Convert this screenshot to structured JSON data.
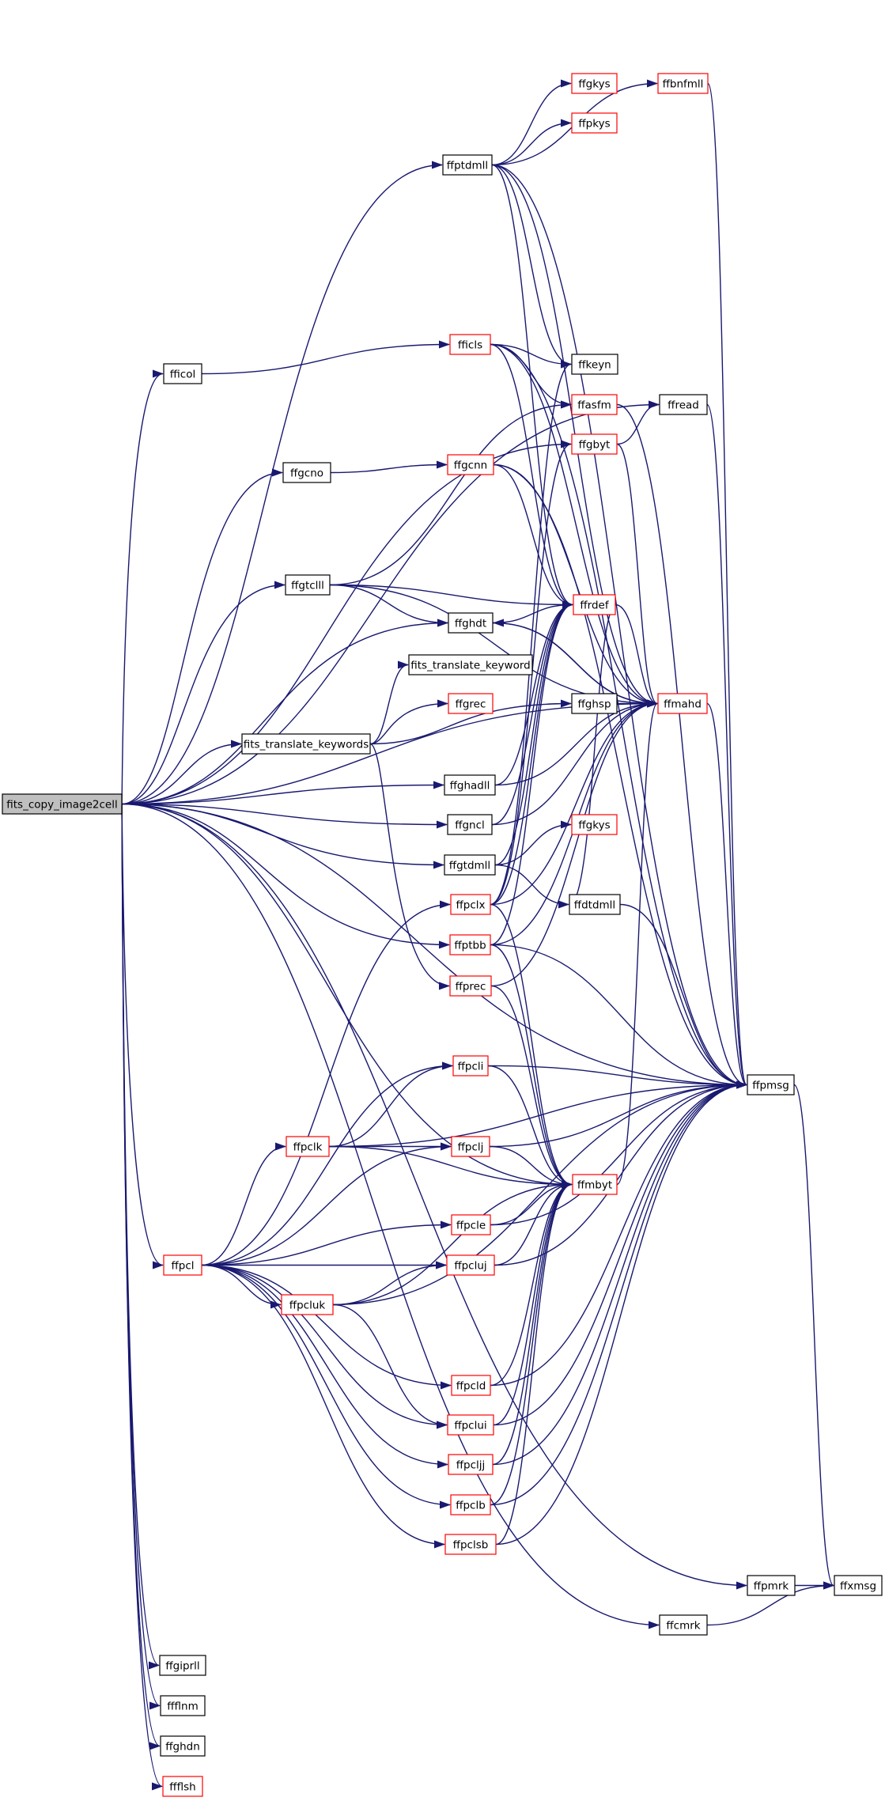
{
  "colors": {
    "edge": "#191970",
    "node_border_black": "#000000",
    "node_border_red": "#ff0000",
    "root_fill": "#bfbfbf",
    "node_fill": "#ffffff",
    "background": "#ffffff"
  },
  "diagram": {
    "type": "call-graph",
    "root": "fits_copy_image2cell",
    "nodes": [
      {
        "id": "fits_copy_image2cell",
        "label": "fits_copy_image2cell",
        "border": "black",
        "root": true
      },
      {
        "id": "ffptdmll",
        "label": "ffptdmll",
        "border": "black"
      },
      {
        "id": "ffgkys_top",
        "label": "ffgkys",
        "border": "red"
      },
      {
        "id": "ffbnfmll",
        "label": "ffbnfmll",
        "border": "red"
      },
      {
        "id": "ffpkys",
        "label": "ffpkys",
        "border": "red"
      },
      {
        "id": "fficol",
        "label": "fficol",
        "border": "black"
      },
      {
        "id": "fficls",
        "label": "fficls",
        "border": "red"
      },
      {
        "id": "ffkeyn",
        "label": "ffkeyn",
        "border": "black"
      },
      {
        "id": "ffasfm",
        "label": "ffasfm",
        "border": "red"
      },
      {
        "id": "ffread",
        "label": "ffread",
        "border": "black"
      },
      {
        "id": "ffgbyt",
        "label": "ffgbyt",
        "border": "red"
      },
      {
        "id": "ffgcno",
        "label": "ffgcno",
        "border": "black"
      },
      {
        "id": "ffgcnn",
        "label": "ffgcnn",
        "border": "red"
      },
      {
        "id": "ffgtclll",
        "label": "ffgtclll",
        "border": "black"
      },
      {
        "id": "ffrdef",
        "label": "ffrdef",
        "border": "red"
      },
      {
        "id": "ffghdt",
        "label": "ffghdt",
        "border": "black"
      },
      {
        "id": "fits_translate_keyword",
        "label": "fits_translate_keyword",
        "border": "black"
      },
      {
        "id": "ffgrec",
        "label": "ffgrec",
        "border": "red"
      },
      {
        "id": "ffghsp",
        "label": "ffghsp",
        "border": "black"
      },
      {
        "id": "ffmahd",
        "label": "ffmahd",
        "border": "red"
      },
      {
        "id": "fits_translate_keywords",
        "label": "fits_translate_keywords",
        "border": "black"
      },
      {
        "id": "ffghadll",
        "label": "ffghadll",
        "border": "black"
      },
      {
        "id": "ffgncl",
        "label": "ffgncl",
        "border": "black"
      },
      {
        "id": "ffgkys_mid",
        "label": "ffgkys",
        "border": "red"
      },
      {
        "id": "ffgtdmll",
        "label": "ffgtdmll",
        "border": "black"
      },
      {
        "id": "ffpclx",
        "label": "ffpclx",
        "border": "red"
      },
      {
        "id": "ffdtdmll",
        "label": "ffdtdmll",
        "border": "black"
      },
      {
        "id": "ffptbb",
        "label": "ffptbb",
        "border": "red"
      },
      {
        "id": "ffprec",
        "label": "ffprec",
        "border": "red"
      },
      {
        "id": "ffpcli",
        "label": "ffpcli",
        "border": "red"
      },
      {
        "id": "ffpmsg",
        "label": "ffpmsg",
        "border": "black"
      },
      {
        "id": "ffpclk",
        "label": "ffpclk",
        "border": "red"
      },
      {
        "id": "ffpclj",
        "label": "ffpclj",
        "border": "red"
      },
      {
        "id": "ffmbyt",
        "label": "ffmbyt",
        "border": "red"
      },
      {
        "id": "ffpcle",
        "label": "ffpcle",
        "border": "red"
      },
      {
        "id": "ffpcl",
        "label": "ffpcl",
        "border": "red"
      },
      {
        "id": "ffpcluj",
        "label": "ffpcluj",
        "border": "red"
      },
      {
        "id": "ffpcluk",
        "label": "ffpcluk",
        "border": "red"
      },
      {
        "id": "ffpcld",
        "label": "ffpcld",
        "border": "red"
      },
      {
        "id": "ffpclui",
        "label": "ffpclui",
        "border": "red"
      },
      {
        "id": "ffpcljj",
        "label": "ffpcljj",
        "border": "red"
      },
      {
        "id": "ffpclb",
        "label": "ffpclb",
        "border": "red"
      },
      {
        "id": "ffpclsb",
        "label": "ffpclsb",
        "border": "red"
      },
      {
        "id": "ffpmrk",
        "label": "ffpmrk",
        "border": "black"
      },
      {
        "id": "ffxmsg",
        "label": "ffxmsg",
        "border": "black"
      },
      {
        "id": "ffcmrk",
        "label": "ffcmrk",
        "border": "black"
      },
      {
        "id": "ffgiprll",
        "label": "ffgiprll",
        "border": "black"
      },
      {
        "id": "ffflnm",
        "label": "ffflnm",
        "border": "black"
      },
      {
        "id": "ffghdn",
        "label": "ffghdn",
        "border": "black"
      },
      {
        "id": "ffflsh",
        "label": "ffflsh",
        "border": "red"
      }
    ],
    "edges": [
      [
        "fits_copy_image2cell",
        "ffpmsg"
      ],
      [
        "fits_copy_image2cell",
        "ffptdmll"
      ],
      [
        "fits_copy_image2cell",
        "ffread"
      ],
      [
        "fits_copy_image2cell",
        "fficol"
      ],
      [
        "fits_copy_image2cell",
        "ffgbyt"
      ],
      [
        "fits_copy_image2cell",
        "ffgcno"
      ],
      [
        "fits_copy_image2cell",
        "ffmahd"
      ],
      [
        "fits_copy_image2cell",
        "ffgtclll"
      ],
      [
        "fits_copy_image2cell",
        "ffghdt"
      ],
      [
        "fits_copy_image2cell",
        "fits_translate_keywords"
      ],
      [
        "fits_copy_image2cell",
        "ffghadll"
      ],
      [
        "fits_copy_image2cell",
        "ffgncl"
      ],
      [
        "fits_copy_image2cell",
        "ffgtdmll"
      ],
      [
        "fits_copy_image2cell",
        "ffptbb"
      ],
      [
        "fits_copy_image2cell",
        "ffmbyt"
      ],
      [
        "fits_copy_image2cell",
        "ffpcl"
      ],
      [
        "fits_copy_image2cell",
        "ffpmrk"
      ],
      [
        "fits_copy_image2cell",
        "ffcmrk"
      ],
      [
        "fits_copy_image2cell",
        "ffgiprll"
      ],
      [
        "fits_copy_image2cell",
        "ffflnm"
      ],
      [
        "fits_copy_image2cell",
        "ffghdn"
      ],
      [
        "fits_copy_image2cell",
        "ffflsh"
      ],
      [
        "ffptdmll",
        "ffgkys_top"
      ],
      [
        "ffptdmll",
        "ffpkys"
      ],
      [
        "ffptdmll",
        "ffbnfmll"
      ],
      [
        "ffptdmll",
        "ffpmsg"
      ],
      [
        "ffptdmll",
        "ffkeyn"
      ],
      [
        "ffptdmll",
        "ffrdef"
      ],
      [
        "ffptdmll",
        "ffmahd"
      ],
      [
        "ffbnfmll",
        "ffpmsg"
      ],
      [
        "fficol",
        "fficls"
      ],
      [
        "fficls",
        "ffkeyn"
      ],
      [
        "fficls",
        "ffasfm"
      ],
      [
        "fficls",
        "ffrdef"
      ],
      [
        "fficls",
        "ffmahd"
      ],
      [
        "fficls",
        "ffpmsg"
      ],
      [
        "ffasfm",
        "ffpmsg"
      ],
      [
        "ffgbyt",
        "ffread"
      ],
      [
        "ffgbyt",
        "ffmahd"
      ],
      [
        "ffread",
        "ffpmsg"
      ],
      [
        "ffgcno",
        "ffgcnn"
      ],
      [
        "ffgcnn",
        "ffrdef"
      ],
      [
        "ffgcnn",
        "ffmahd"
      ],
      [
        "ffgcnn",
        "ffpmsg"
      ],
      [
        "ffgtclll",
        "ffasfm"
      ],
      [
        "ffgtclll",
        "ffrdef"
      ],
      [
        "ffgtclll",
        "ffghdt"
      ],
      [
        "ffgtclll",
        "ffmahd"
      ],
      [
        "ffghdt",
        "ffrdef"
      ],
      [
        "ffghdt",
        "ffmahd"
      ],
      [
        "ffrdef",
        "ffmahd"
      ],
      [
        "fits_translate_keywords",
        "fits_translate_keyword"
      ],
      [
        "fits_translate_keywords",
        "ffgrec"
      ],
      [
        "fits_translate_keywords",
        "ffghsp"
      ],
      [
        "fits_translate_keywords",
        "ffprec"
      ],
      [
        "ffghsp",
        "ffmahd"
      ],
      [
        "ffmahd",
        "ffghdt"
      ],
      [
        "ffmahd",
        "ffpmsg"
      ],
      [
        "ffghadll",
        "ffrdef"
      ],
      [
        "ffghadll",
        "ffmahd"
      ],
      [
        "ffgncl",
        "ffrdef"
      ],
      [
        "ffgncl",
        "ffmahd"
      ],
      [
        "ffgtdmll",
        "ffgkys_mid"
      ],
      [
        "ffgtdmll",
        "ffrdef"
      ],
      [
        "ffgtdmll",
        "ffdtdmll"
      ],
      [
        "ffdtdmll",
        "ffrdef"
      ],
      [
        "ffdtdmll",
        "ffpmsg"
      ],
      [
        "ffpclx",
        "ffkeyn"
      ],
      [
        "ffpclx",
        "ffgbyt"
      ],
      [
        "ffpclx",
        "ffrdef"
      ],
      [
        "ffpclx",
        "ffmahd"
      ],
      [
        "ffpclx",
        "ffmbyt"
      ],
      [
        "ffptbb",
        "ffrdef"
      ],
      [
        "ffptbb",
        "ffmahd"
      ],
      [
        "ffptbb",
        "ffmbyt"
      ],
      [
        "ffptbb",
        "ffpmsg"
      ],
      [
        "ffprec",
        "ffmahd"
      ],
      [
        "ffprec",
        "ffmbyt"
      ],
      [
        "ffpcli",
        "ffpmsg"
      ],
      [
        "ffpcli",
        "ffmbyt"
      ],
      [
        "ffpclk",
        "ffpcli"
      ],
      [
        "ffpclk",
        "ffpclj"
      ],
      [
        "ffpclk",
        "ffpmsg"
      ],
      [
        "ffpclk",
        "ffmbyt"
      ],
      [
        "ffpclj",
        "ffpmsg"
      ],
      [
        "ffpclj",
        "ffmbyt"
      ],
      [
        "ffmbyt",
        "ffmahd"
      ],
      [
        "ffpcle",
        "ffmbyt"
      ],
      [
        "ffpcle",
        "ffpmsg"
      ],
      [
        "ffpcl",
        "ffpclx"
      ],
      [
        "ffpcl",
        "ffpcli"
      ],
      [
        "ffpcl",
        "ffpclk"
      ],
      [
        "ffpcl",
        "ffpclj"
      ],
      [
        "ffpcl",
        "ffpcle"
      ],
      [
        "ffpcl",
        "ffpcluj"
      ],
      [
        "ffpcl",
        "ffpcluk"
      ],
      [
        "ffpcl",
        "ffpcld"
      ],
      [
        "ffpcl",
        "ffpclui"
      ],
      [
        "ffpcl",
        "ffpcljj"
      ],
      [
        "ffpcl",
        "ffpclb"
      ],
      [
        "ffpcl",
        "ffpclsb"
      ],
      [
        "ffpcluj",
        "ffmbyt"
      ],
      [
        "ffpcluj",
        "ffpmsg"
      ],
      [
        "ffpcluk",
        "ffpcluj"
      ],
      [
        "ffpcluk",
        "ffpclui"
      ],
      [
        "ffpcluk",
        "ffpmsg"
      ],
      [
        "ffpcluk",
        "ffmbyt"
      ],
      [
        "ffpcld",
        "ffmbyt"
      ],
      [
        "ffpcld",
        "ffpmsg"
      ],
      [
        "ffpclui",
        "ffmbyt"
      ],
      [
        "ffpclui",
        "ffpmsg"
      ],
      [
        "ffpcljj",
        "ffmbyt"
      ],
      [
        "ffpcljj",
        "ffpmsg"
      ],
      [
        "ffpclb",
        "ffmbyt"
      ],
      [
        "ffpclb",
        "ffpmsg"
      ],
      [
        "ffpclsb",
        "ffmbyt"
      ],
      [
        "ffpclsb",
        "ffpmsg"
      ],
      [
        "ffpmsg",
        "ffxmsg"
      ],
      [
        "ffpmrk",
        "ffxmsg"
      ],
      [
        "ffcmrk",
        "ffxmsg"
      ]
    ]
  }
}
